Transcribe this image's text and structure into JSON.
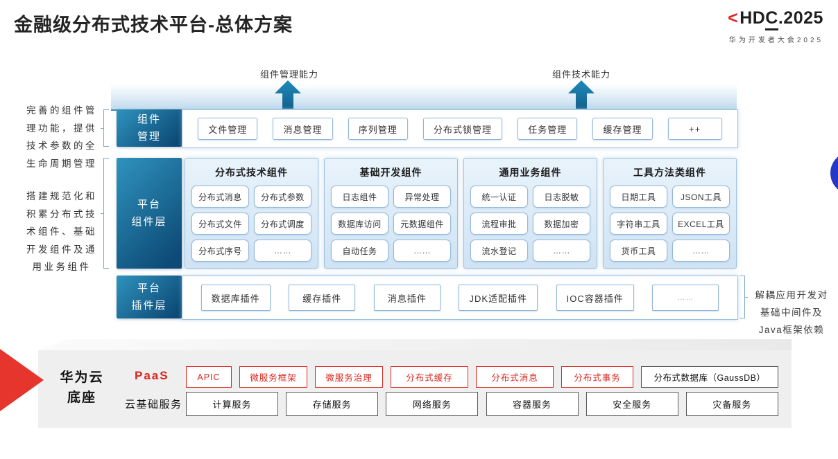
{
  "title": "金融级分布式技术平台-总体方案",
  "logo": {
    "angle_left": "<",
    "hdc_pre": "HD",
    "hdc_c": "C",
    "hdc_post": ".2025",
    "subtitle": "华为开发者大会2025"
  },
  "arrows": [
    {
      "label": "组件管理能力"
    },
    {
      "label": "组件技术能力"
    }
  ],
  "notes": {
    "left_top": "完善的组件管\n理功能，提供\n技术参数的全\n生命周期管理",
    "left_bottom": "搭建规范化和\n积累分布式技\n术组件、基础\n开发组件及通\n用业务组件",
    "right": "解耦应用开发对\n基础中间件及\nJava框架依赖"
  },
  "rows": {
    "management": {
      "label": "组件\n管理",
      "items": [
        "文件管理",
        "消息管理",
        "序列管理",
        "分布式锁管理",
        "任务管理",
        "缓存管理",
        "++"
      ]
    },
    "components": {
      "label": "平台\n组件层",
      "columns": [
        {
          "header": "分布式技术组件",
          "items": [
            "分布式消息",
            "分布式参数",
            "分布式文件",
            "分布式调度",
            "分布式序号",
            "……"
          ]
        },
        {
          "header": "基础开发组件",
          "items": [
            "日志组件",
            "异常处理",
            "数据库访问",
            "元数据组件",
            "自动任务",
            "……"
          ]
        },
        {
          "header": "通用业务组件",
          "items": [
            "统一认证",
            "日志脱敏",
            "流程审批",
            "数据加密",
            "流水登记",
            "……"
          ]
        },
        {
          "header": "工具方法类组件",
          "items": [
            "日期工具",
            "JSON工具",
            "字符串工具",
            "EXCEL工具",
            "货币工具",
            "……"
          ]
        }
      ]
    },
    "plugins": {
      "label": "平台\n插件层",
      "items": [
        "数据库插件",
        "缓存插件",
        "消息插件",
        "JDK适配插件",
        "IOC容器插件",
        "……"
      ]
    }
  },
  "foundation": {
    "label": "华为云\n底座",
    "paas": {
      "label": "PaaS",
      "items": [
        "APIC",
        "微服务框架",
        "微服务治理",
        "分布式缓存",
        "分布式消息",
        "分布式事务"
      ],
      "db_item": "分布式数据库（GaussDB）"
    },
    "iaas": {
      "label": "云基础服务",
      "items": [
        "计算服务",
        "存储服务",
        "网络服务",
        "容器服务",
        "安全服务",
        "灾备服务"
      ]
    }
  },
  "colors": {
    "accent_blue": "#0d4a77",
    "arrow_teal": "#1a79a8",
    "accent_red": "#d9251d",
    "panel_gray": "#efefef",
    "dot_blue": "#2438c8"
  }
}
